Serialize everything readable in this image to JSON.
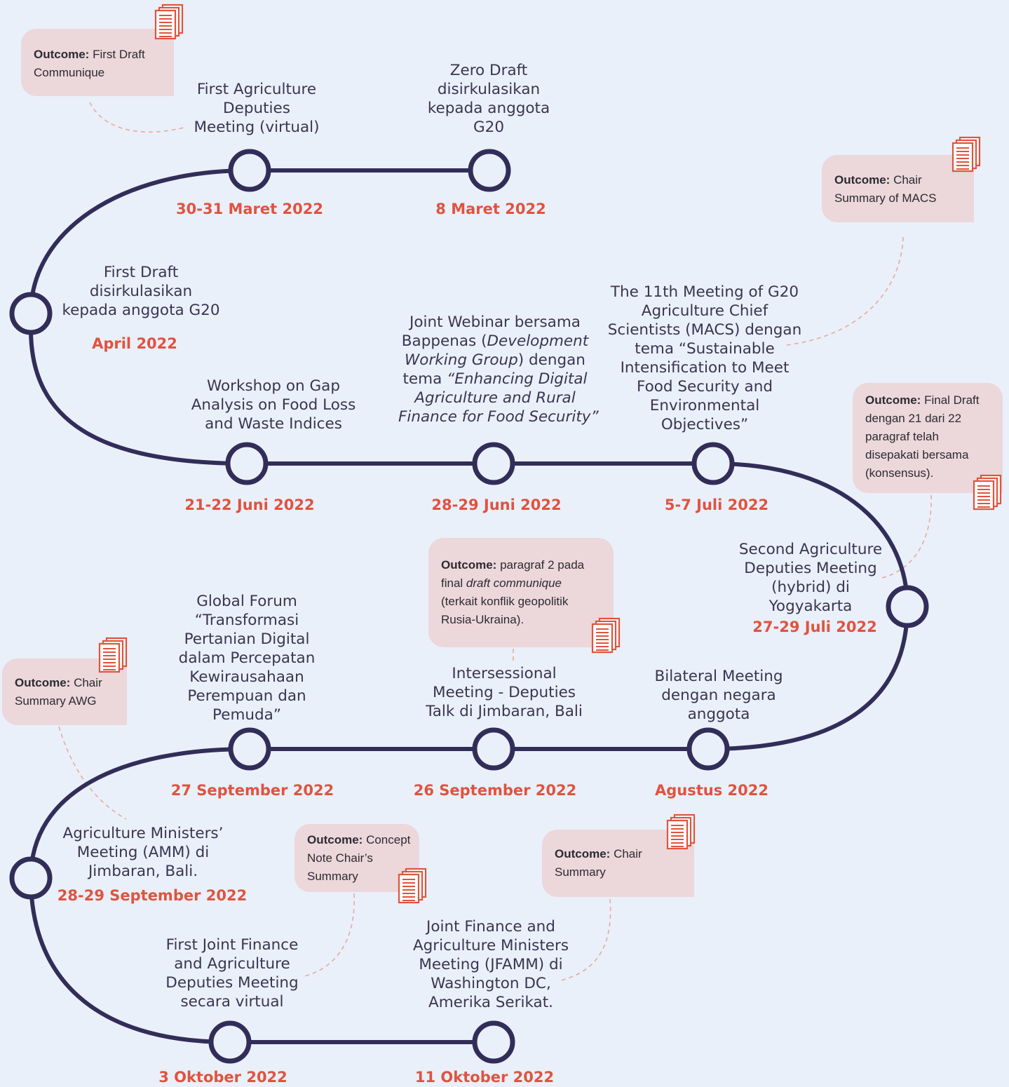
{
  "colors": {
    "background": "#e9f0f9",
    "track": "#322d58",
    "date": "#e0533f",
    "event_text": "#3a3550",
    "outcome_box": "#ecd7da",
    "doc_icon": "#e0533f",
    "dashed_line": "#e8a9a0"
  },
  "outcome_label": "Outcome:",
  "events": [
    {
      "id": "e1",
      "date": "8 Maret 2022",
      "lines": [
        "Zero Draft",
        "disirkulasikan",
        "kepada anggota",
        "G20"
      ]
    },
    {
      "id": "e2",
      "date": "30-31 Maret 2022",
      "lines": [
        "First Agriculture",
        "Deputies",
        "Meeting (virtual)"
      ]
    },
    {
      "id": "e3",
      "date": "April 2022",
      "lines": [
        "First Draft",
        "disirkulasikan",
        "kepada anggota G20"
      ]
    },
    {
      "id": "e4",
      "date": "21-22 Juni 2022",
      "lines": [
        "Workshop on Gap",
        "Analysis on Food Loss",
        "and Waste Indices"
      ]
    },
    {
      "id": "e5",
      "date": "28-29 Juni 2022",
      "lines": [
        "Joint Webinar bersama",
        "Bappenas (",
        "Development",
        "Working Group",
        ") dengan",
        "tema ",
        "“Enhancing Digital",
        "Agriculture and Rural",
        "Finance for Food Security”"
      ]
    },
    {
      "id": "e6",
      "date": "5-7 Juli 2022",
      "lines": [
        "The 11th Meeting of G20",
        "Agriculture Chief",
        "Scientists (MACS) dengan",
        "tema “Sustainable",
        "Intensification to Meet",
        "Food Security and",
        "Environmental",
        "Objectives”"
      ]
    },
    {
      "id": "e7",
      "date": "27-29 Juli 2022",
      "lines": [
        "Second Agriculture",
        "Deputies Meeting",
        "(hybrid) di",
        "Yogyakarta"
      ]
    },
    {
      "id": "e8",
      "date": "Agustus 2022",
      "lines": [
        "Bilateral Meeting",
        "dengan negara",
        "anggota"
      ]
    },
    {
      "id": "e9",
      "date": "26 September 2022",
      "lines": [
        "Intersessional",
        "Meeting - Deputies",
        "Talk di Jimbaran, Bali"
      ]
    },
    {
      "id": "e10",
      "date": "27 September 2022",
      "lines": [
        "Global Forum",
        "“Transformasi",
        "Pertanian Digital",
        "dalam Percepatan",
        "Kewirausahaan",
        "Perempuan dan",
        "Pemuda”"
      ]
    },
    {
      "id": "e11",
      "date": "28-29 September 2022",
      "lines": [
        "Agriculture Ministers’",
        "Meeting (AMM) di",
        "Jimbaran, Bali."
      ]
    },
    {
      "id": "e12",
      "date": "3 Oktober 2022",
      "lines": [
        "First Joint Finance",
        "and Agriculture",
        "Deputies Meeting",
        "secara virtual"
      ]
    },
    {
      "id": "e13",
      "date": "11 Oktober 2022",
      "lines": [
        "Joint Finance and",
        "Agriculture Ministers",
        "Meeting (JFAMM) di",
        "Washington DC,",
        "Amerika Serikat."
      ]
    }
  ],
  "outcomes": [
    {
      "id": "o1",
      "lines": [
        "First Draft",
        "Communique"
      ]
    },
    {
      "id": "o2",
      "lines": [
        "Chair",
        "Summary of MACS"
      ]
    },
    {
      "id": "o3",
      "lines": [
        "Final Draft",
        "dengan 21 dari 22",
        "paragraf telah",
        "disepakati bersama",
        "(konsensus)."
      ]
    },
    {
      "id": "o4",
      "lines": [
        "paragraf 2 pada",
        "final ",
        "draft communique",
        "(terkait konflik geopolitik",
        "Rusia-Ukraina)."
      ]
    },
    {
      "id": "o5",
      "lines": [
        "Chair",
        "Summary AWG"
      ]
    },
    {
      "id": "o6",
      "lines": [
        "Concept",
        "Note Chair’s",
        "Summary"
      ]
    },
    {
      "id": "o7",
      "lines": [
        "Chair",
        "Summary"
      ]
    }
  ]
}
